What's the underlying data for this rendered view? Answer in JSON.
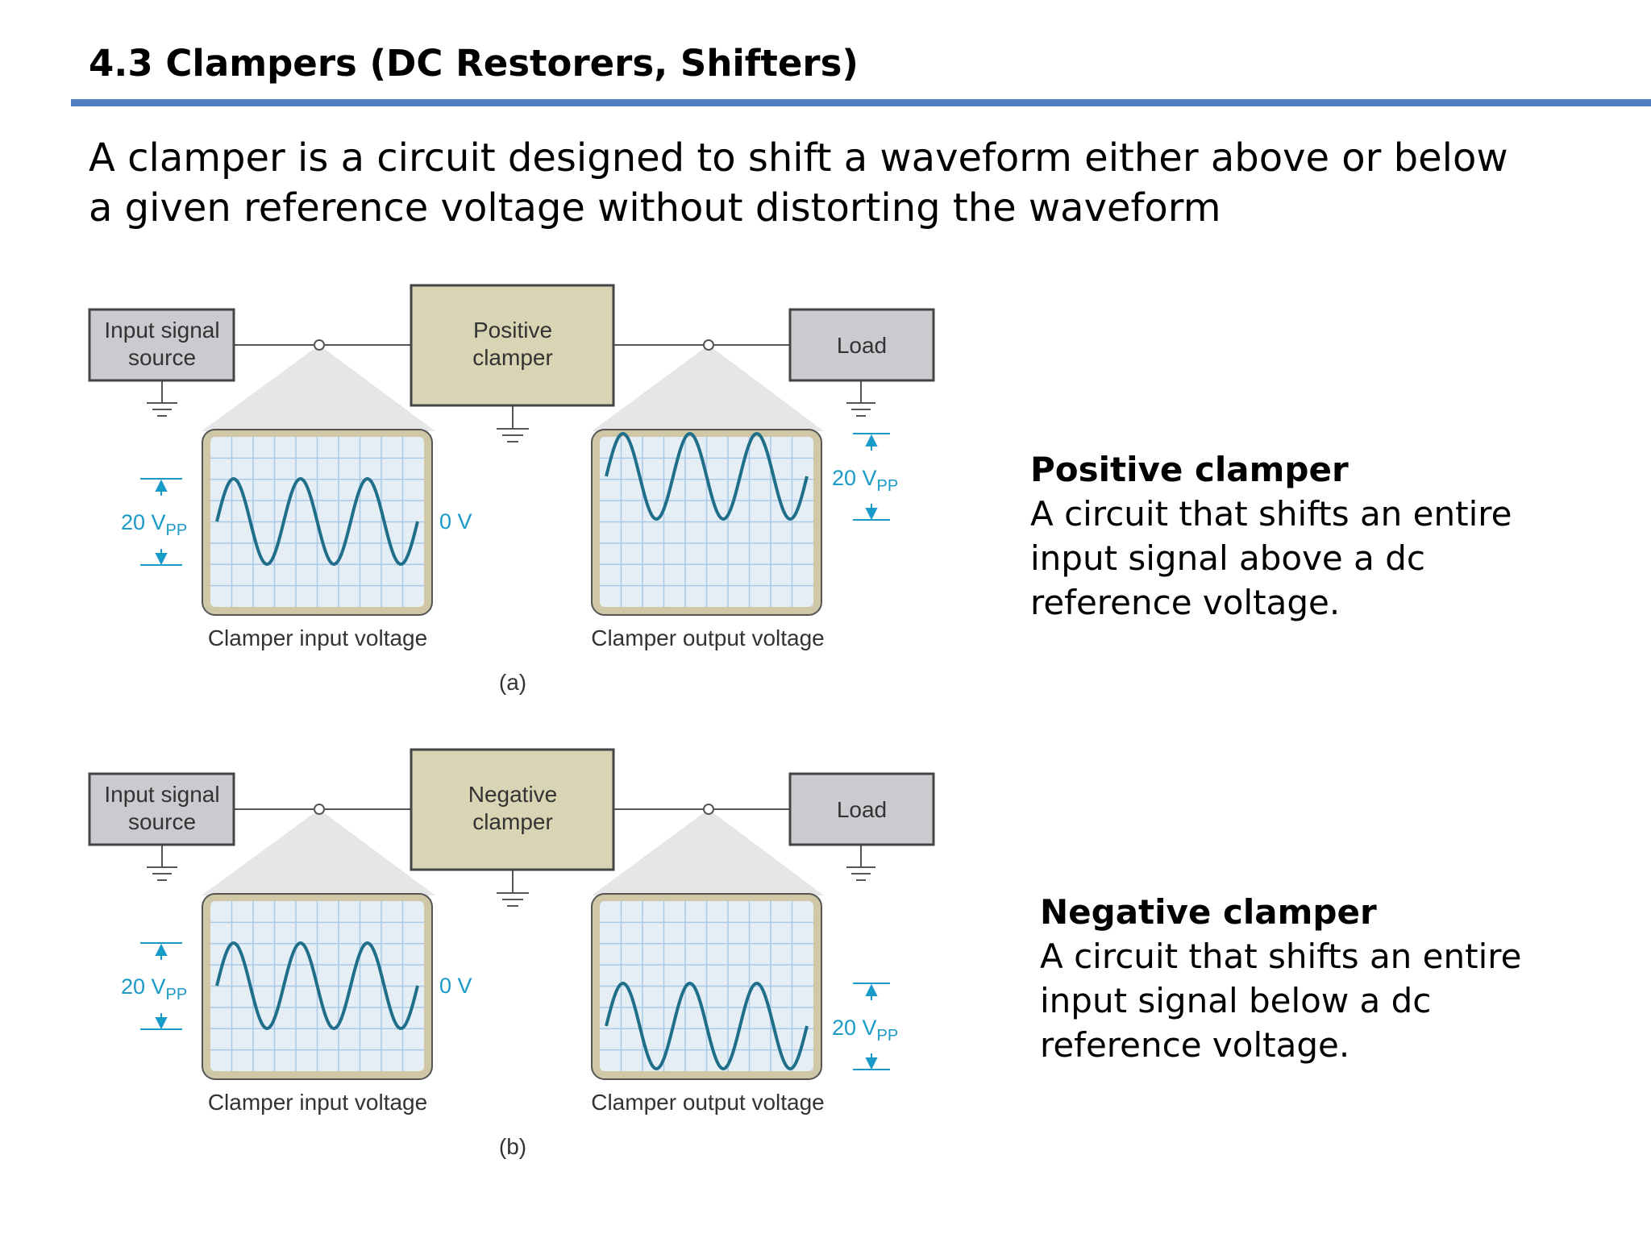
{
  "slide": {
    "title": "4.3 Clampers (DC Restorers, Shifters)",
    "intro": "A clamper is a circuit designed to shift a waveform either above or below a given reference voltage without distorting the waveform",
    "accent_color": "#4F7DC0"
  },
  "diagrams": [
    {
      "source_label": "Input signal source",
      "source_line1": "Input signal",
      "source_line2": "source",
      "clamper_line1": "Positive",
      "clamper_line2": "clamper",
      "load_label": "Load",
      "input_amplitude_label": "20 V",
      "input_amplitude_sub": "PP",
      "zero_label": "0 V",
      "output_amplitude_label": "20 V",
      "output_amplitude_sub": "PP",
      "input_caption": "Clamper input voltage",
      "output_caption": "Clamper output voltage",
      "figure_label": "(a)",
      "output_shift": "above"
    },
    {
      "source_label": "Input signal source",
      "source_line1": "Input signal",
      "source_line2": "source",
      "clamper_line1": "Negative",
      "clamper_line2": "clamper",
      "load_label": "Load",
      "input_amplitude_label": "20 V",
      "input_amplitude_sub": "PP",
      "zero_label": "0 V",
      "output_amplitude_label": "20 V",
      "output_amplitude_sub": "PP",
      "input_caption": "Clamper input voltage",
      "output_caption": "Clamper output voltage",
      "figure_label": "(b)",
      "output_shift": "below"
    }
  ],
  "descriptions": [
    {
      "heading": "Positive clamper",
      "body": "A circuit that shifts an entire input signal above a dc reference voltage."
    },
    {
      "heading": "Negative clamper",
      "body": "A circuit that shifts an entire input signal below a dc reference voltage."
    }
  ],
  "colors": {
    "wave": "#1F6F8B",
    "dimension": "#1A9AC9",
    "scope_bezel": "#CFC7A5",
    "scope_screen": "#E6EEF5",
    "grid": "#A9C9E6",
    "source_box": "#C9CBCE",
    "clamper_box": "#D9D5B4",
    "projection": "#E6E6E6"
  }
}
